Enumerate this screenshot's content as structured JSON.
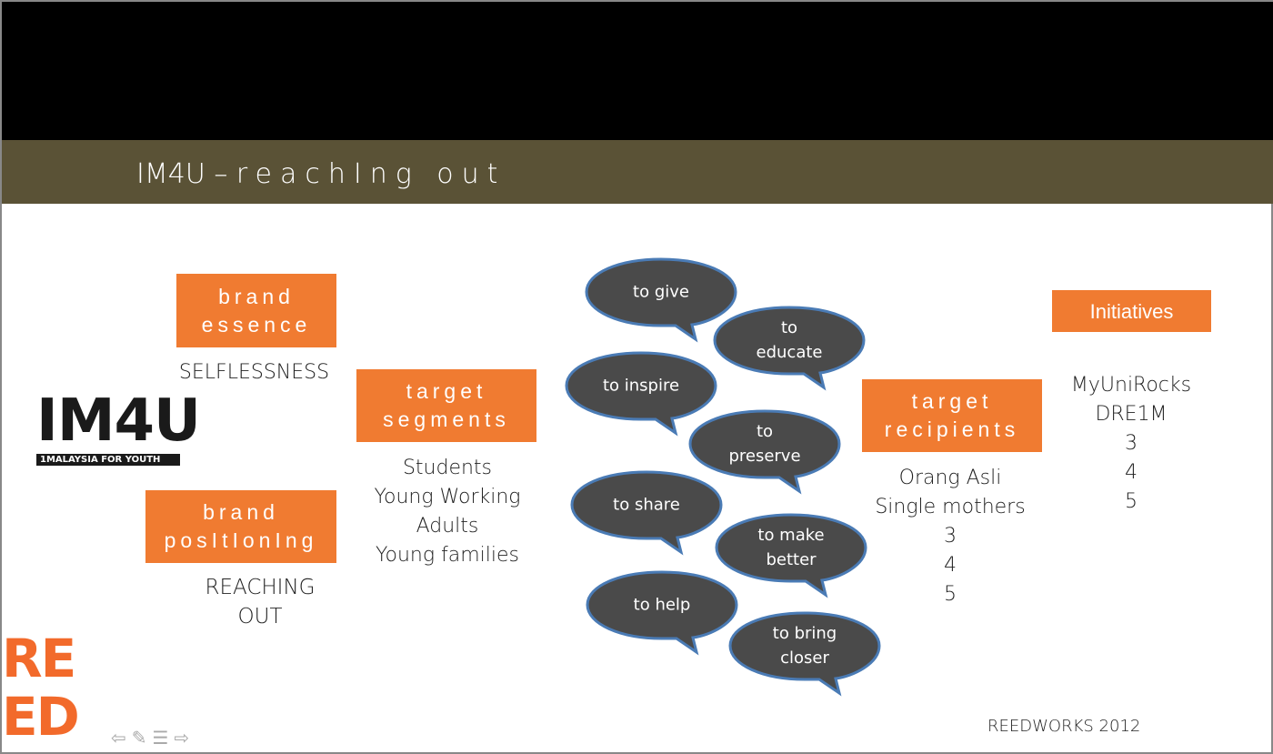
{
  "title": {
    "prefix": "IM4U – ",
    "word": "reachIng out"
  },
  "logo": {
    "text": "IM4U",
    "tagline": "1MALAYSIA FOR YOUTH"
  },
  "reed_logo": "REED",
  "boxes": {
    "brand_essence": [
      "brand",
      "essence"
    ],
    "target_segments": [
      "target",
      "segments"
    ],
    "brand_positioning": [
      "brand",
      "posItIonIng"
    ],
    "target_recipients": [
      "target",
      "recipients"
    ],
    "initiatives": "Initiatives"
  },
  "texts": {
    "essence": "SELFLESSNESS",
    "positioning": [
      "REACHING",
      "OUT"
    ],
    "segments": [
      "Students",
      "Young Working",
      "Adults",
      "Young families"
    ],
    "recipients": [
      "Orang Asli",
      "Single mothers",
      "3",
      "4",
      "5"
    ],
    "initiatives": [
      "MyUniRocks",
      "DRE1M",
      "3",
      "4",
      "5"
    ]
  },
  "bubbles": [
    [
      "to give"
    ],
    [
      "to",
      "educate"
    ],
    [
      "to inspire"
    ],
    [
      "to",
      "preserve"
    ],
    [
      "to share"
    ],
    [
      "to make",
      "better"
    ],
    [
      "to help"
    ],
    [
      "to bring",
      "closer"
    ]
  ],
  "footer": "REEDWORKS 2012",
  "nav": {
    "prev": "⇦",
    "pen": "✎",
    "menu": "☰",
    "next": "⇨"
  },
  "colors": {
    "orange": "#f07b31",
    "band": "#5a5236",
    "bubble": "#4a4a4a",
    "bubble_border": "#4a7bb5"
  }
}
